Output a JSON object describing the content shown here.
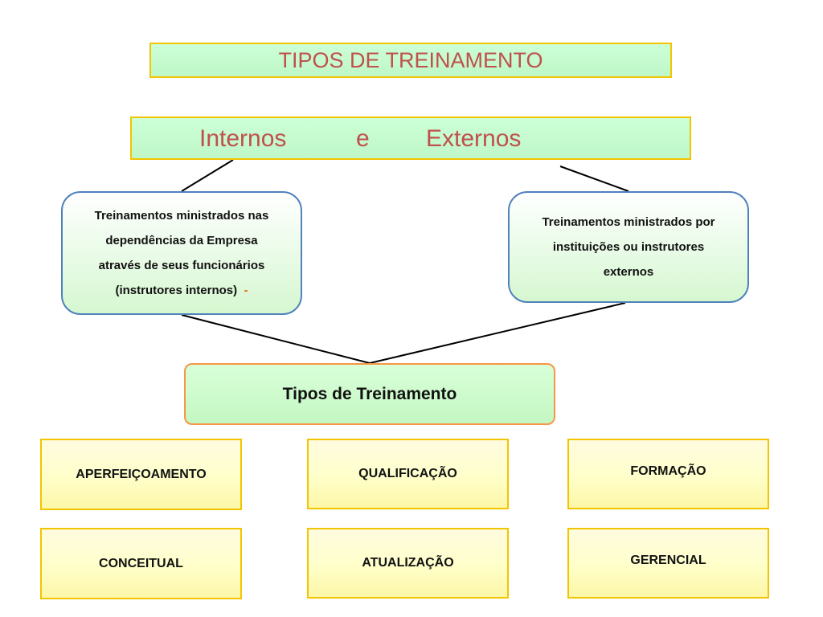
{
  "title": "TIPOS DE TREINAMENTO",
  "header": {
    "internos": "Internos",
    "e": "e",
    "externos": "Externos"
  },
  "internos_box": {
    "lines": [
      "Treinamentos ministrados nas",
      "dependências da Empresa",
      "através de seus funcionários",
      "(instrutores internos)"
    ],
    "dash": "-"
  },
  "externos_box": {
    "lines": [
      "Treinamentos ministrados por",
      "instituições ou instrutores",
      "externos"
    ]
  },
  "tipos_box": "Tipos de Treinamento",
  "types": {
    "aperfeicoamento": "APERFEIÇOAMENTO",
    "qualificacao": "QUALIFICAÇÃO",
    "formacao": "FORMAÇÃO",
    "conceitual": "CONCEITUAL",
    "atualizacao": "ATUALIZAÇÃO",
    "gerencial": "GERENCIAL"
  },
  "colors": {
    "title_red": "#c0504d",
    "green_fill": "#ccffd6",
    "yellow_border": "#f2c500",
    "blue_border": "#4f81bd",
    "orange_border": "#f79646"
  }
}
